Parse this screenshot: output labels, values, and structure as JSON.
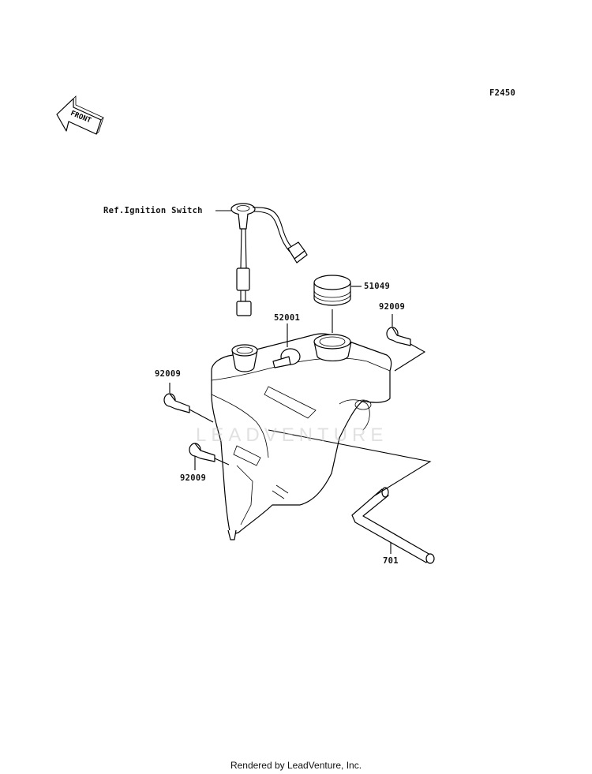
{
  "figure_code": "F2450",
  "front_label": "FRONT",
  "watermark": "LEADVENTURE",
  "footer": "Rendered by LeadVenture, Inc.",
  "callouts": {
    "ignition": "Ref.Ignition Switch",
    "cap": "51049",
    "tank": "52001",
    "bolt_right": "92009",
    "bolt_left_top": "92009",
    "bolt_left_bottom": "92009",
    "hose": "701"
  }
}
